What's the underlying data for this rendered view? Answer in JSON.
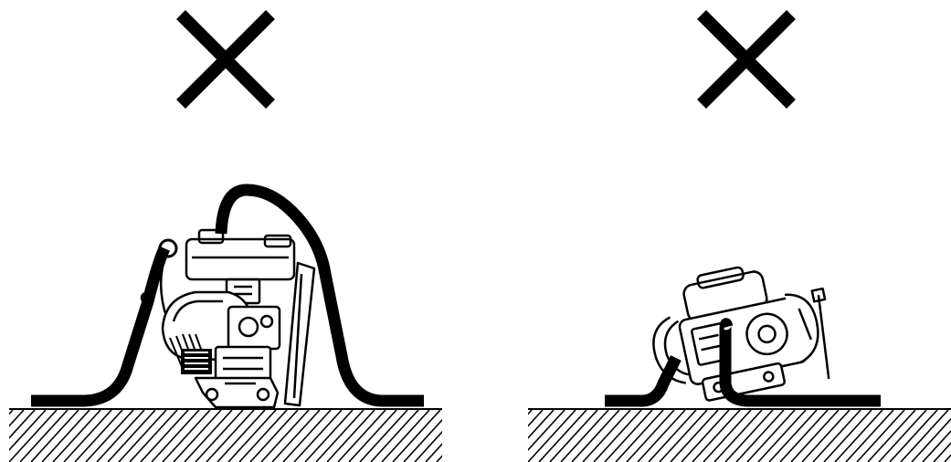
{
  "panels": [
    {
      "id": "left",
      "mark": "cross-mark-icon",
      "scene": "hose-draped-over-engine"
    },
    {
      "id": "right",
      "mark": "cross-mark-icon",
      "scene": "engine-tilted-on-hose"
    }
  ],
  "colors": {
    "ink": "#000000",
    "paper": "#ffffff"
  },
  "icons": [
    "cross-mark-icon",
    "ground-hatch-icon",
    "pump-engine-icon",
    "hose-icon"
  ]
}
